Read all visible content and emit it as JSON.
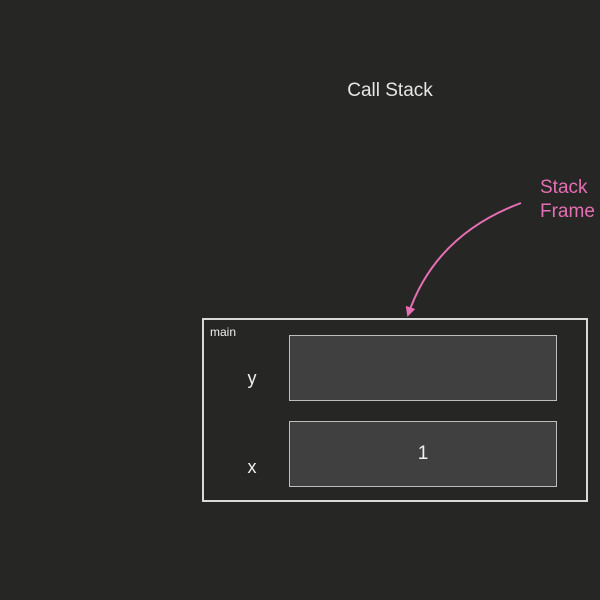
{
  "title": "Call Stack",
  "annotation": {
    "line1": "Stack",
    "line2": "Frame",
    "color": "#e56fb4"
  },
  "frame": {
    "label": "main",
    "variables": [
      {
        "name": "y",
        "value": ""
      },
      {
        "name": "x",
        "value": "1"
      }
    ]
  }
}
